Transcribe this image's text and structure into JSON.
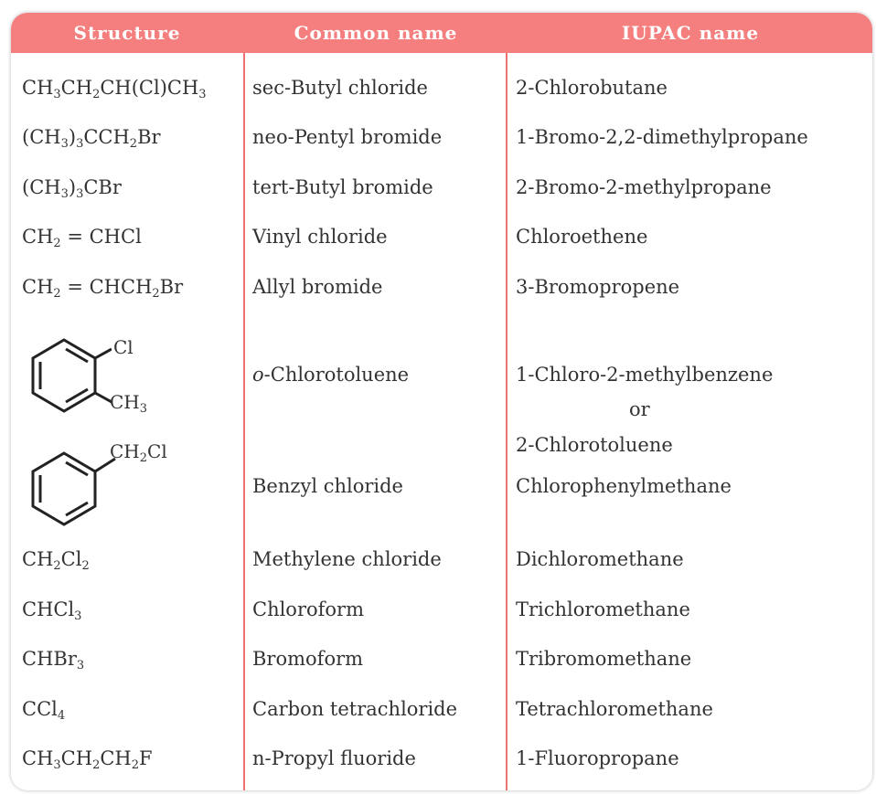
{
  "header": {
    "col_structure": "Structure",
    "col_common": "Common name",
    "col_iupac": "IUPAC name"
  },
  "rows": [
    {
      "common": "sec-Butyl chloride",
      "iupac": "2-Chlorobutane"
    },
    {
      "common": "neo-Pentyl bromide",
      "iupac": "1-Bromo-2,2-dimethylpropane"
    },
    {
      "common": "tert-Butyl bromide",
      "iupac": "2-Bromo-2-methylpropane"
    },
    {
      "common": "Vinyl chloride",
      "iupac": "Chloroethene"
    },
    {
      "common": "Allyl bromide",
      "iupac": "3-Bromopropene"
    }
  ],
  "formulas": {
    "r0": [
      "CH",
      "3",
      "CH",
      "2",
      "CH(Cl)CH",
      "3"
    ],
    "r1": [
      "(CH",
      "3",
      ")",
      "3",
      "CCH",
      "2",
      "Br"
    ],
    "r2": [
      "(CH",
      "3",
      ")",
      "3",
      "CBr"
    ],
    "r3": [
      "CH",
      "2",
      " = CHCl"
    ],
    "r4": [
      "CH",
      "2",
      " = CHCH",
      "2",
      "Br"
    ],
    "r9": [
      "CH",
      "2",
      "Cl",
      "2"
    ],
    "r10": [
      "CHCl",
      "3"
    ],
    "r11": [
      "CHBr",
      "3"
    ],
    "r12": [
      "CCl",
      "4"
    ],
    "r13": [
      "CH",
      "3",
      "CH",
      "2",
      "CH",
      "2",
      "F"
    ]
  },
  "chlorotoluene": {
    "label_cl": "Cl",
    "label_ch3": [
      "CH",
      "3"
    ],
    "common_prefix": "o",
    "common_rest": "-Chlorotoluene",
    "iupac_line1": "1-Chloro-2-methylbenzene",
    "iupac_or": "or",
    "iupac_line2": "2-Chlorotoluene"
  },
  "benzyl": {
    "label_ch2cl": [
      "CH",
      "2",
      "Cl"
    ],
    "common": "Benzyl chloride",
    "iupac": "Chlorophenylmethane"
  },
  "rows_bottom": [
    {
      "common": "Methylene chloride",
      "iupac": "Dichloromethane"
    },
    {
      "common": "Chloroform",
      "iupac": "Trichloromethane"
    },
    {
      "common": "Bromoform",
      "iupac": "Tribromomethane"
    },
    {
      "common": "Carbon tetrachloride",
      "iupac": "Tetrachloromethane"
    },
    {
      "common": "n-Propyl fluoride",
      "iupac": "1-Fluoropropane"
    }
  ],
  "colors": {
    "header_bg": "#f57f7f",
    "divider": "#ef7070",
    "text": "#333333"
  }
}
